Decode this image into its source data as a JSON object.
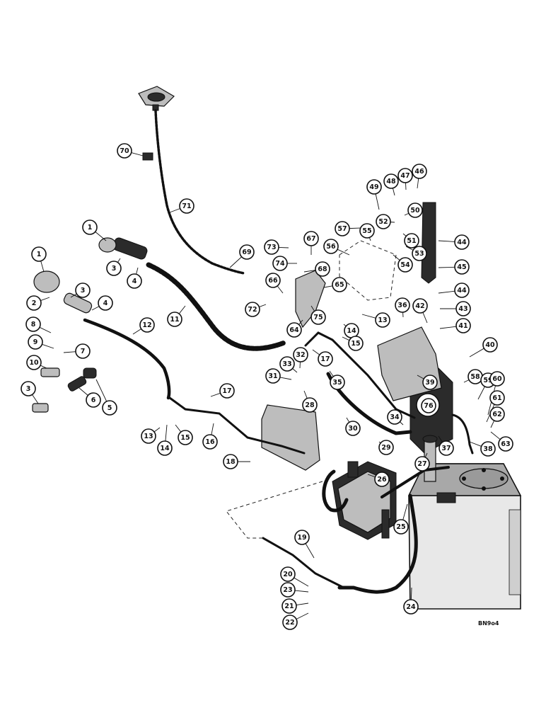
{
  "diagram": {
    "drawing_code": "BN9o4",
    "callouts": [
      {
        "label": "70"
      },
      {
        "label": "71"
      },
      {
        "label": "1"
      },
      {
        "label": "3"
      },
      {
        "label": "4"
      },
      {
        "label": "1"
      },
      {
        "label": "2"
      },
      {
        "label": "3"
      },
      {
        "label": "4"
      },
      {
        "label": "8"
      },
      {
        "label": "9"
      },
      {
        "label": "7"
      },
      {
        "label": "10"
      },
      {
        "label": "3"
      },
      {
        "label": "6"
      },
      {
        "label": "5"
      },
      {
        "label": "12"
      },
      {
        "label": "11"
      },
      {
        "label": "69"
      },
      {
        "label": "73"
      },
      {
        "label": "74"
      },
      {
        "label": "67"
      },
      {
        "label": "68"
      },
      {
        "label": "66"
      },
      {
        "label": "72"
      },
      {
        "label": "65"
      },
      {
        "label": "75"
      },
      {
        "label": "64"
      },
      {
        "label": "56"
      },
      {
        "label": "57"
      },
      {
        "label": "55"
      },
      {
        "label": "49"
      },
      {
        "label": "48"
      },
      {
        "label": "47"
      },
      {
        "label": "46"
      },
      {
        "label": "50"
      },
      {
        "label": "52"
      },
      {
        "label": "51"
      },
      {
        "label": "53"
      },
      {
        "label": "54"
      },
      {
        "label": "44"
      },
      {
        "label": "45"
      },
      {
        "label": "44"
      },
      {
        "label": "36"
      },
      {
        "label": "42"
      },
      {
        "label": "43"
      },
      {
        "label": "41"
      },
      {
        "label": "13"
      },
      {
        "label": "14"
      },
      {
        "label": "15"
      },
      {
        "label": "40"
      },
      {
        "label": "17"
      },
      {
        "label": "32"
      },
      {
        "label": "33"
      },
      {
        "label": "31"
      },
      {
        "label": "28"
      },
      {
        "label": "35"
      },
      {
        "label": "39"
      },
      {
        "label": "76"
      },
      {
        "label": "58"
      },
      {
        "label": "59"
      },
      {
        "label": "60"
      },
      {
        "label": "61"
      },
      {
        "label": "62"
      },
      {
        "label": "63"
      },
      {
        "label": "34"
      },
      {
        "label": "30"
      },
      {
        "label": "29"
      },
      {
        "label": "37"
      },
      {
        "label": "38"
      },
      {
        "label": "27"
      },
      {
        "label": "17"
      },
      {
        "label": "15"
      },
      {
        "label": "16"
      },
      {
        "label": "13"
      },
      {
        "label": "14"
      },
      {
        "label": "18"
      },
      {
        "label": "26"
      },
      {
        "label": "25"
      },
      {
        "label": "19"
      },
      {
        "label": "20"
      },
      {
        "label": "23"
      },
      {
        "label": "21"
      },
      {
        "label": "22"
      },
      {
        "label": "24"
      }
    ]
  }
}
